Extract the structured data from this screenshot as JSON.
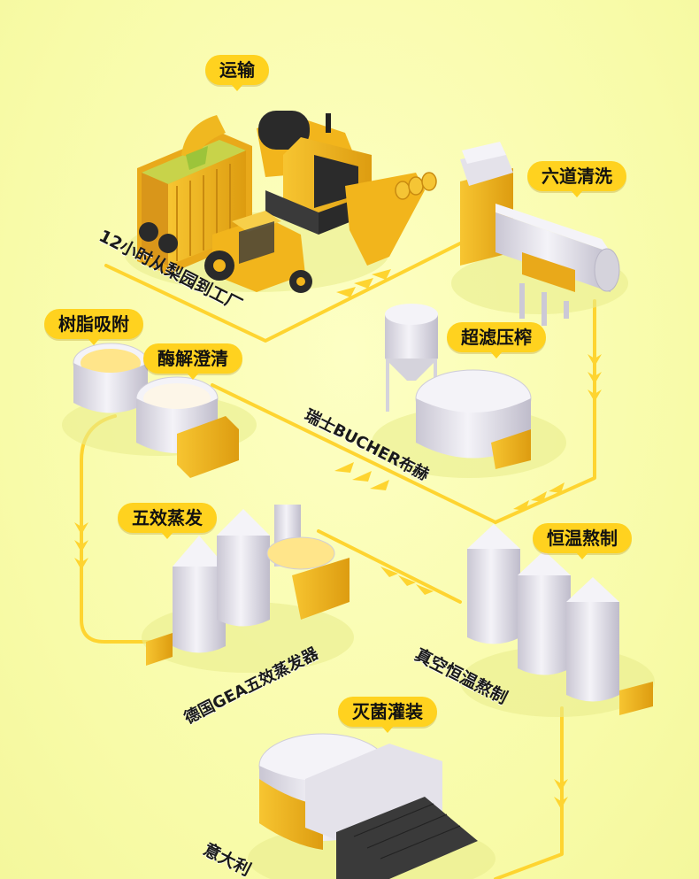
{
  "steps": {
    "transport": "运输",
    "wash": "六道清洗",
    "press": "超滤压榨",
    "resin": "树脂吸附",
    "enzyme": "酶解澄清",
    "evaporate": "五效蒸发",
    "boil": "恒温熬制",
    "sterile": "灭菌灌装"
  },
  "notes": {
    "orchard": "12小时从梨园到工厂",
    "bucher": "瑞士BUCHER布赫",
    "gea": "德国GEA五效蒸发器",
    "vacuum": "真空恒温熬制",
    "italy": "意大利"
  },
  "colors": {
    "background": "#fbfdb6",
    "accent": "#ffd21f",
    "machine_yellow": "#f2b51c",
    "steel": "#e4e2ea"
  }
}
